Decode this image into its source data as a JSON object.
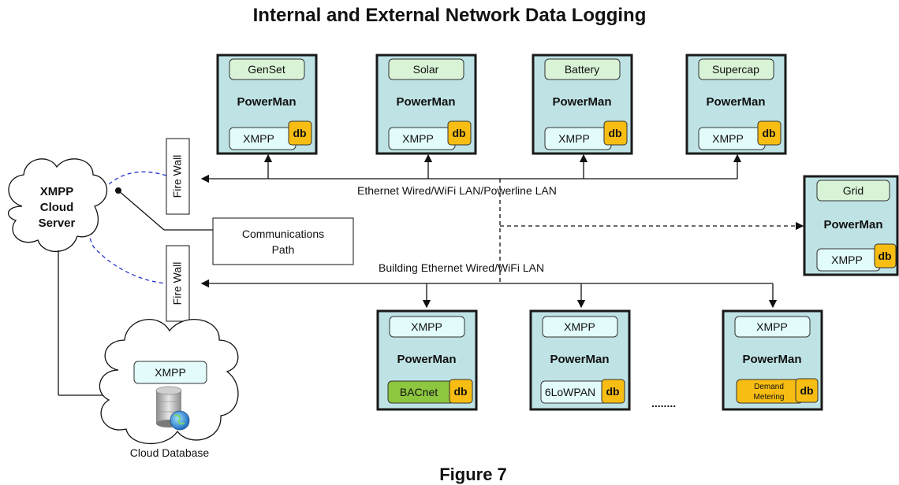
{
  "title": "Internal and External Network Data Logging",
  "caption": "Figure 7",
  "labels": {
    "lan_top": "Ethernet Wired/WiFi LAN/Powerline LAN",
    "lan_bottom": "Building Ethernet Wired/WiFi LAN",
    "firewall": "Fire Wall",
    "comm_path_line1": "Communications",
    "comm_path_line2": "Path",
    "cloud_server_line1": "XMPP",
    "cloud_server_line2": "Cloud",
    "cloud_server_line3": "Server",
    "cloud_db_tag": "XMPP",
    "cloud_db_label": "Cloud Database",
    "ellipsis": "........"
  },
  "top_nodes": [
    {
      "source": "GenSet",
      "name": "PowerMan",
      "protocol": "XMPP",
      "db": "db"
    },
    {
      "source": "Solar",
      "name": "PowerMan",
      "protocol": "XMPP",
      "db": "db"
    },
    {
      "source": "Battery",
      "name": "PowerMan",
      "protocol": "XMPP",
      "db": "db"
    },
    {
      "source": "Supercap",
      "name": "PowerMan",
      "protocol": "XMPP",
      "db": "db"
    }
  ],
  "grid_node": {
    "source": "Grid",
    "name": "PowerMan",
    "protocol": "XMPP",
    "db": "db"
  },
  "bottom_nodes": [
    {
      "protocol": "XMPP",
      "name": "PowerMan",
      "bus": "BACnet",
      "db": "db"
    },
    {
      "protocol": "XMPP",
      "name": "PowerMan",
      "bus": "6LoWPAN",
      "db": "db"
    },
    {
      "protocol": "XMPP",
      "name": "PowerMan",
      "bus_line1": "Demand",
      "bus_line2": "Metering",
      "db": "db"
    }
  ],
  "colors": {
    "node_fill": "#bfe3e5",
    "tag_green": "#d8f3d6",
    "tag_cyan": "#e2fbfb",
    "db_badge": "#f7bd12",
    "bacnet": "#8dc63f",
    "demand": "#f7bd12",
    "comm_path": "#2233cc"
  }
}
